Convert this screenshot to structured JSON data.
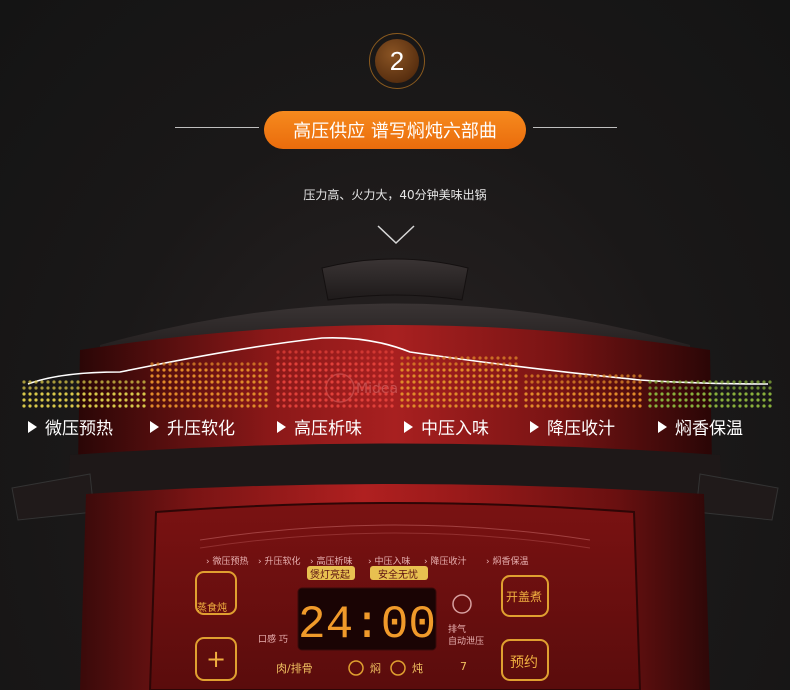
{
  "step_number": "2",
  "title": "高压供应 谱写焖炖六部曲",
  "subtitle": "压力高、火力大，40分钟美味出锅",
  "colors": {
    "accent_orange": "#f0791a",
    "badge_brown": "#6a3a14",
    "dot_yellow": "#d9c94a",
    "dot_orange": "#e07a22",
    "dot_red": "#e03a36",
    "dot_green": "#7fa83a",
    "cooker_red": "#8a1616"
  },
  "stages": [
    {
      "label": "微压预热",
      "color": "#d8c84a"
    },
    {
      "label": "升压软化",
      "color": "#e08a2a"
    },
    {
      "label": "高压析味",
      "color": "#e0403a"
    },
    {
      "label": "中压入味",
      "color": "#e08a2a"
    },
    {
      "label": "降压收汁",
      "color": "#e08a2a"
    },
    {
      "label": "焖香保温",
      "color": "#88b03c"
    }
  ],
  "panel": {
    "brand_watermark": "Midea",
    "display_time": "24:00",
    "mini_stages": [
      "微压预热",
      "升压软化",
      "高压析味",
      "中压入味",
      "降压收汁",
      "焖香保温"
    ],
    "badge_left": "煲灯亮起",
    "badge_right": "安全无忧",
    "button_open_lid": "开盖煮",
    "button_reserve": "预约",
    "button_recipe": "蒸食炖",
    "label_meat": "肉/排骨",
    "label_braise": "焖",
    "label_stew": "炖",
    "label_steam_exhaust": "排气",
    "label_auto_release": "自动泄压",
    "label_texture": "口感 巧",
    "label_plus": "+",
    "label_seven": "7"
  }
}
